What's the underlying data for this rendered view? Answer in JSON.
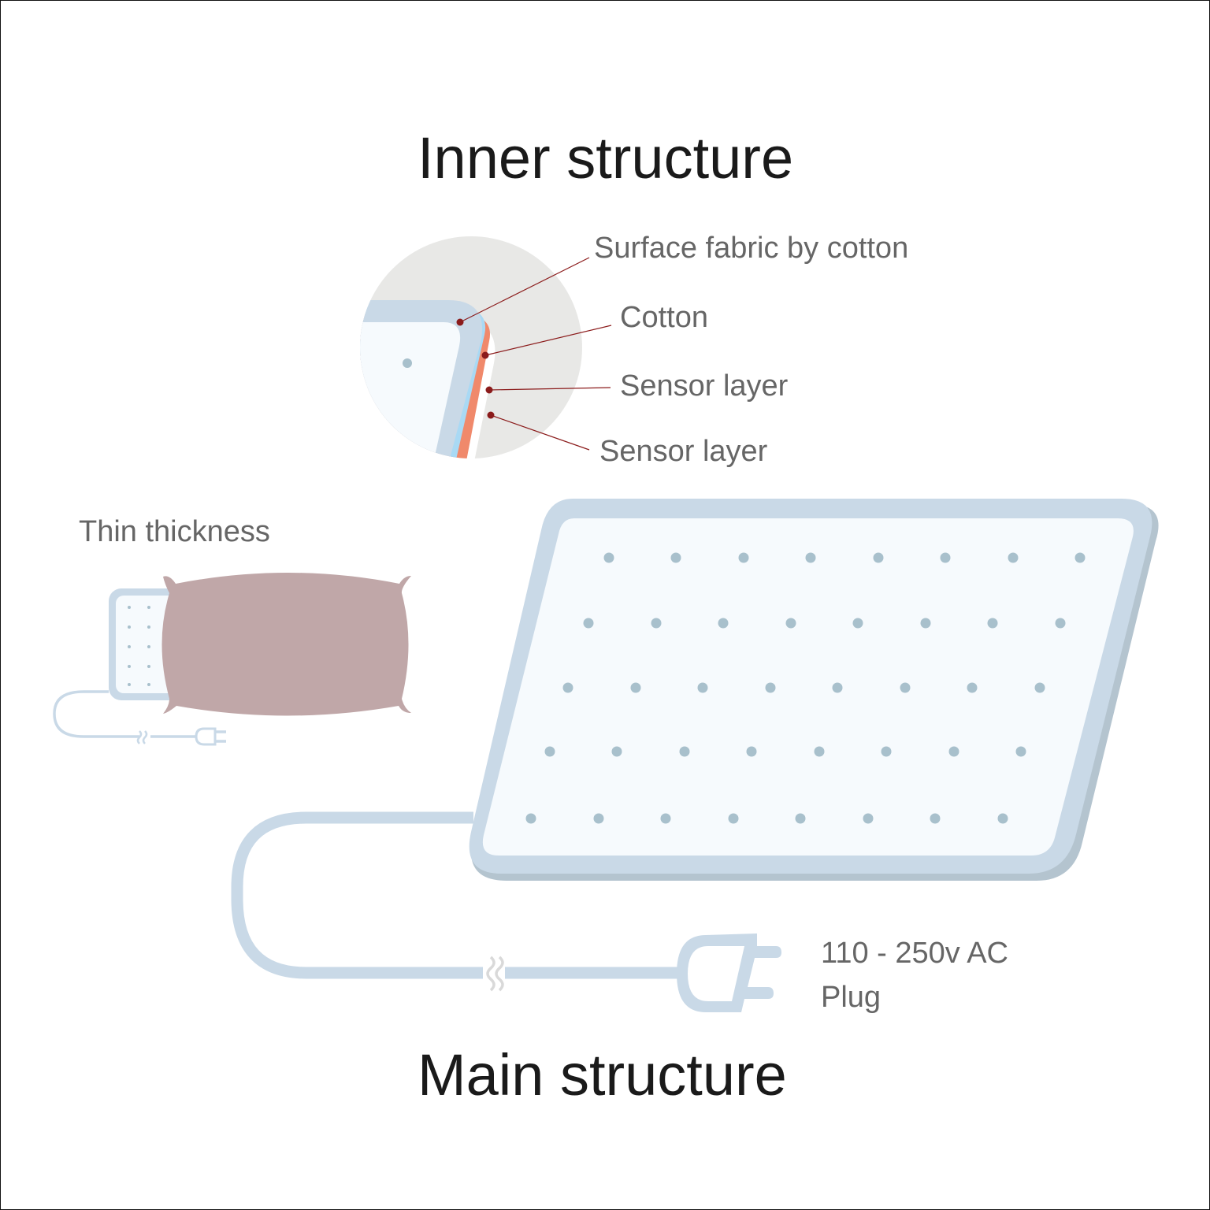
{
  "titles": {
    "inner": "Inner structure",
    "main": "Main structure"
  },
  "callouts": {
    "surface": "Surface fabric by cotton",
    "cotton": "Cotton",
    "sensor_1": "Sensor layer",
    "sensor_2": "Sensor layer"
  },
  "side_view": {
    "label": "Thin thickness"
  },
  "plug": {
    "voltage": "110 - 250v AC",
    "label": "Plug"
  },
  "icons": {
    "pad": "heating-pad-icon",
    "pillow": "pillow-icon",
    "plug": "plug-icon",
    "cord": "cord-icon",
    "magnifier": "magnified-cross-section-icon"
  },
  "colors": {
    "pad_frame": "#c9d9e7",
    "pad_shadow": "#b4c4cf",
    "pad_surface": "#f6fafd",
    "dots": "#a8c0cc",
    "cotton_layer": "#a9d9f4",
    "sensor_layer": "#f0896b",
    "pillow": "#c0a7a8",
    "callout_line": "#8b1b1b",
    "magnifier_bg": "#e8e8e6",
    "text": "#666666",
    "heading": "#1a1a1a"
  }
}
